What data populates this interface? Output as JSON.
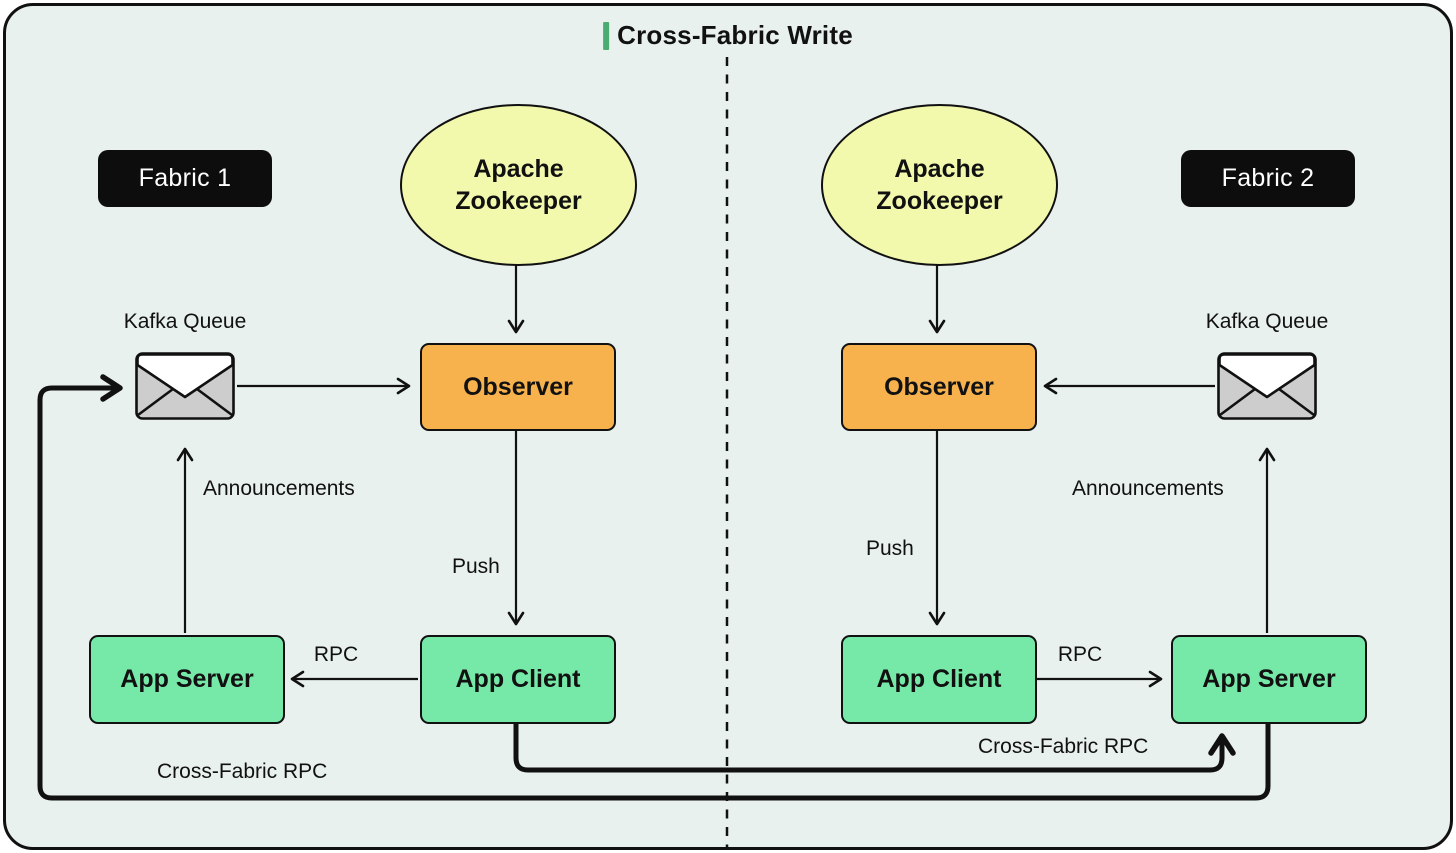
{
  "title": "Cross-Fabric Write",
  "colors": {
    "background": "#e8f1ed",
    "frame_border": "#111111",
    "accent_green": "#4aab73",
    "node_green": "#76e8a8",
    "node_orange": "#f7b24d",
    "node_yellow": "#f2f8ac",
    "badge_black": "#0d0d0d",
    "envelope_gray": "#cdcdcd"
  },
  "fabric1": {
    "badge_label": "Fabric 1",
    "zookeeper_line1": "Apache",
    "zookeeper_line2": "Zookeeper",
    "observer_label": "Observer",
    "kafka_queue_label": "Kafka Queue",
    "app_server_label": "App Server",
    "app_client_label": "App Client",
    "announcements_label": "Announcements",
    "push_label": "Push",
    "rpc_label": "RPC",
    "cross_fabric_rpc_label": "Cross-Fabric RPC"
  },
  "fabric2": {
    "badge_label": "Fabric 2",
    "zookeeper_line1": "Apache",
    "zookeeper_line2": "Zookeeper",
    "observer_label": "Observer",
    "kafka_queue_label": "Kafka Queue",
    "app_server_label": "App Server",
    "app_client_label": "App Client",
    "announcements_label": "Announcements",
    "push_label": "Push",
    "rpc_label": "RPC",
    "cross_fabric_rpc_label": "Cross-Fabric RPC"
  }
}
